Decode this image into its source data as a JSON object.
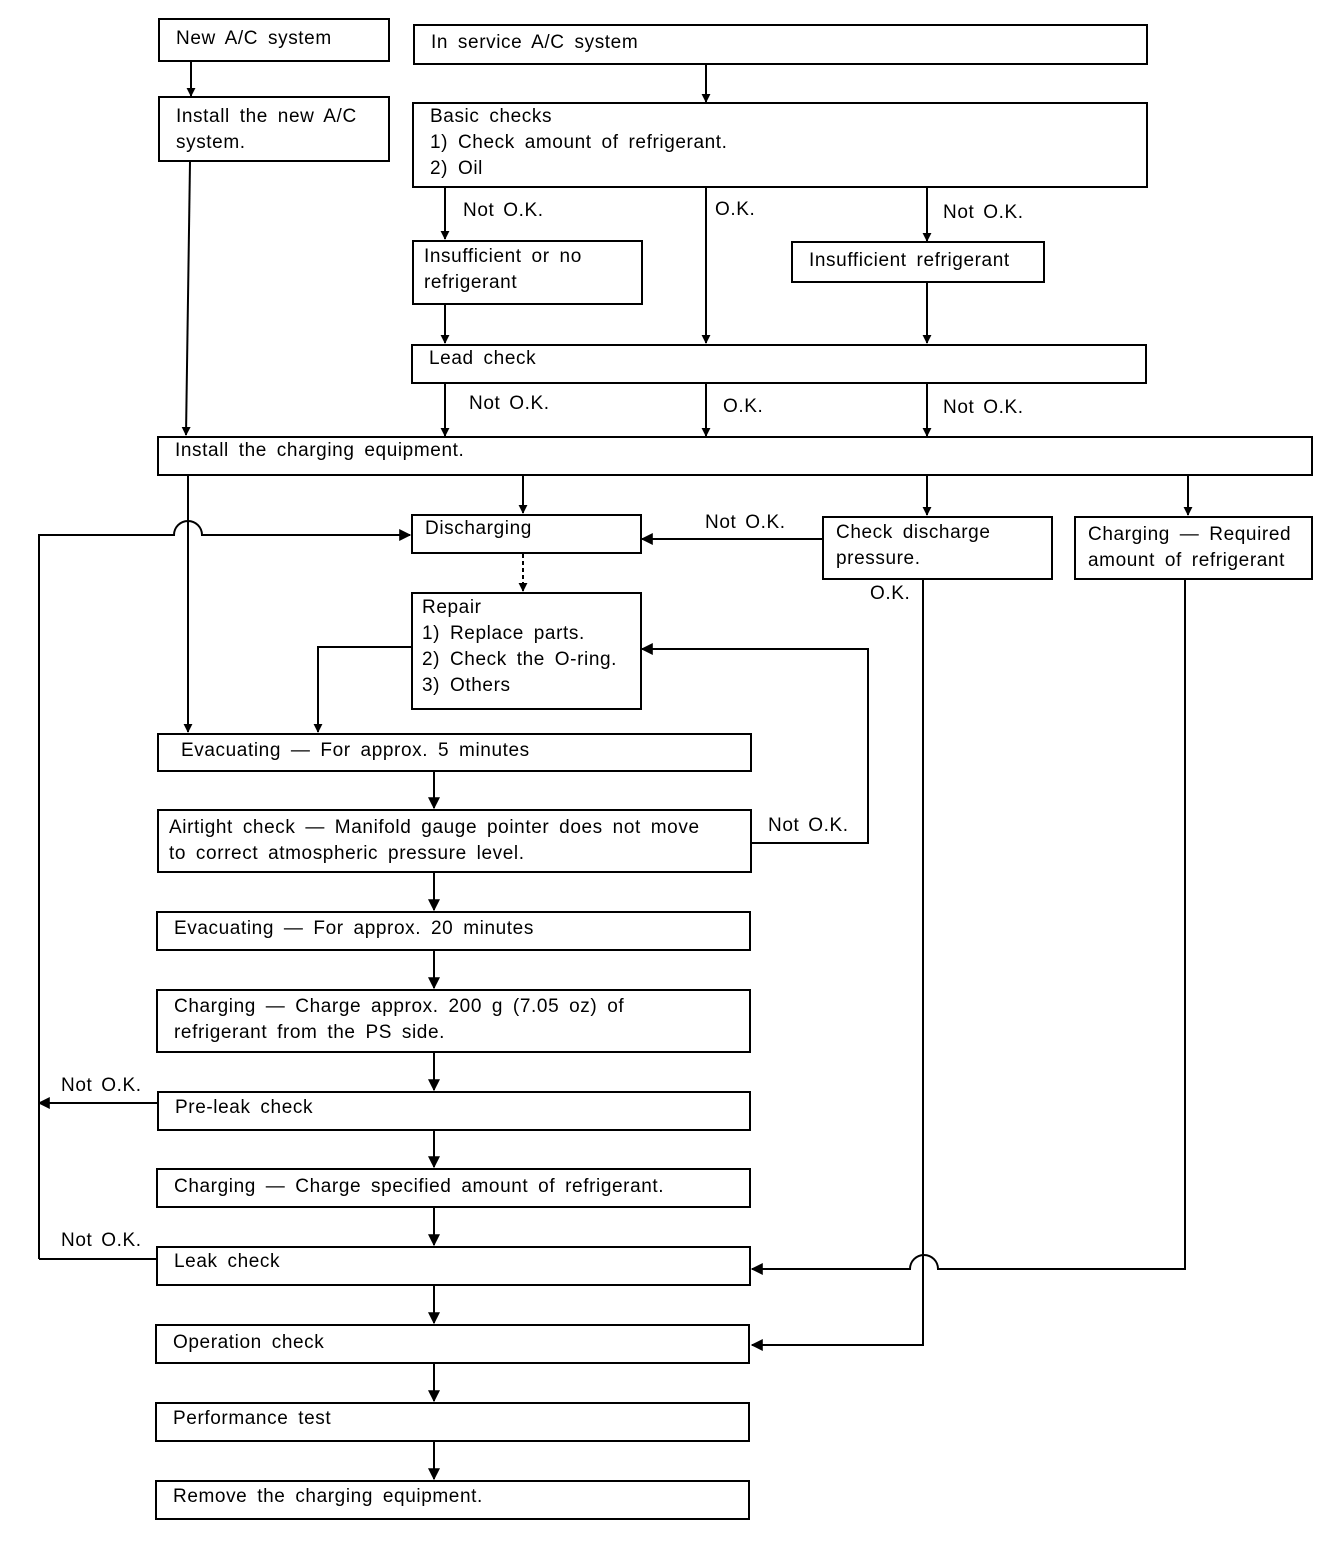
{
  "boxes": {
    "new_ac": [
      "New A/C system"
    ],
    "in_service": [
      "In service A/C system"
    ],
    "install_new": [
      "Install the new A/C",
      "system."
    ],
    "basic_checks": [
      "Basic checks",
      "1) Check amount of refrigerant.",
      "2) Oil"
    ],
    "insufficient_or_no": [
      "Insufficient or no",
      "refrigerant"
    ],
    "insufficient": [
      "Insufficient refrigerant"
    ],
    "lead_check": [
      "Lead check"
    ],
    "install_charging": [
      "Install the charging equipment."
    ],
    "discharging": [
      "Discharging"
    ],
    "check_discharge": [
      "Check discharge",
      "pressure."
    ],
    "charging_required": [
      "Charging — Required",
      "amount of refrigerant"
    ],
    "repair": [
      "Repair",
      "1) Replace parts.",
      "2) Check the O-ring.",
      "3) Others"
    ],
    "evac5": [
      "Evacuating — For approx. 5 minutes"
    ],
    "airtight": [
      "Airtight check — Manifold gauge pointer does not move",
      "to correct atmospheric pressure level."
    ],
    "evac20": [
      "Evacuating — For approx. 20 minutes"
    ],
    "charging200": [
      "Charging — Charge approx. 200 g (7.05 oz) of",
      "refrigerant from the PS side."
    ],
    "preleak": [
      "Pre-leak check"
    ],
    "charging_spec": [
      "Charging — Charge specified amount of refrigerant."
    ],
    "leak_check": [
      "Leak check"
    ],
    "operation": [
      "Operation check"
    ],
    "performance": [
      "Performance test"
    ],
    "remove": [
      "Remove the charging equipment."
    ]
  },
  "labels": {
    "basic_not_ok_left": "Not O.K.",
    "basic_ok": "O.K.",
    "basic_not_ok_right": "Not O.K.",
    "lead_not_ok_left": "Not O.K.",
    "lead_ok": "O.K.",
    "lead_not_ok_right": "Not O.K.",
    "discharge_not_ok": "Not O.K.",
    "discharge_ok": "O.K.",
    "airtight_not_ok": "Not O.K.",
    "preleak_not_ok": "Not O.K.",
    "leak_not_ok": "Not O.K."
  }
}
